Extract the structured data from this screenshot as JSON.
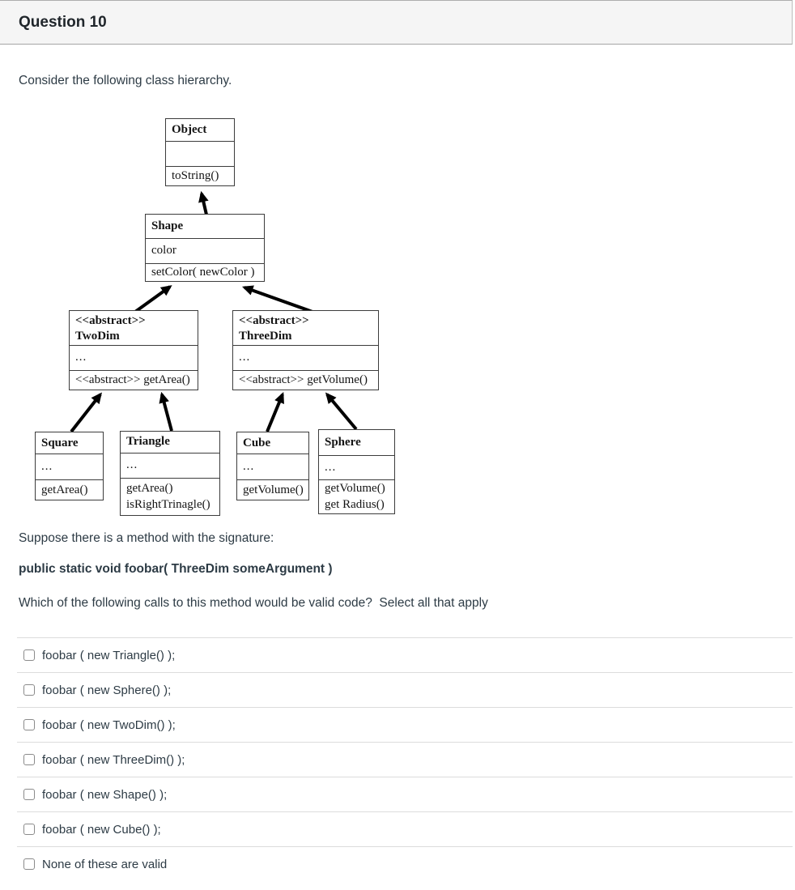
{
  "header": {
    "title": "Question 10"
  },
  "body": {
    "intro": "Consider the following class hierarchy.",
    "method_intro": "Suppose there is a method with the signature:",
    "signature": "public static void foobar( ThreeDim someArgument )",
    "question": "Which of the following calls to this method would be valid code?  Select all that apply"
  },
  "diagram": {
    "object": {
      "name": "Object",
      "attrs": "",
      "methods": [
        "toString()"
      ]
    },
    "shape": {
      "name": "Shape",
      "attrs": "color",
      "methods": [
        "setColor( newColor )"
      ]
    },
    "twodim": {
      "stereotype": "<<abstract>>",
      "name": "TwoDim",
      "attrs": "...",
      "methods": [
        "<<abstract>> getArea()"
      ]
    },
    "threedim": {
      "stereotype": "<<abstract>>",
      "name": "ThreeDim",
      "attrs": "...",
      "methods": [
        "<<abstract>> getVolume()"
      ]
    },
    "square": {
      "name": "Square",
      "attrs": "...",
      "methods": [
        "getArea()"
      ]
    },
    "triangle": {
      "name": "Triangle",
      "attrs": "...",
      "methods": [
        "getArea()",
        "isRightTrinagle()"
      ]
    },
    "cube": {
      "name": "Cube",
      "attrs": "...",
      "methods": [
        "getVolume()"
      ]
    },
    "sphere": {
      "name": "Sphere",
      "attrs": "...",
      "methods": [
        "getVolume()",
        "get Radius()"
      ]
    }
  },
  "answers": {
    "options": [
      {
        "label": "foobar ( new Triangle() );",
        "checked": false
      },
      {
        "label": "foobar ( new Sphere() );",
        "checked": false
      },
      {
        "label": "foobar ( new TwoDim() );",
        "checked": false
      },
      {
        "label": "foobar ( new ThreeDim() );",
        "checked": false
      },
      {
        "label": "foobar ( new Shape() );",
        "checked": false
      },
      {
        "label": "foobar ( new Cube() );",
        "checked": false
      },
      {
        "label": "None of these are valid",
        "checked": false
      }
    ]
  },
  "colors": {
    "header_bg": "#f5f5f5",
    "header_border": "#adadad",
    "text": "#2d3b45",
    "divider": "#dcdcdc",
    "diagram_line": "#000000"
  }
}
